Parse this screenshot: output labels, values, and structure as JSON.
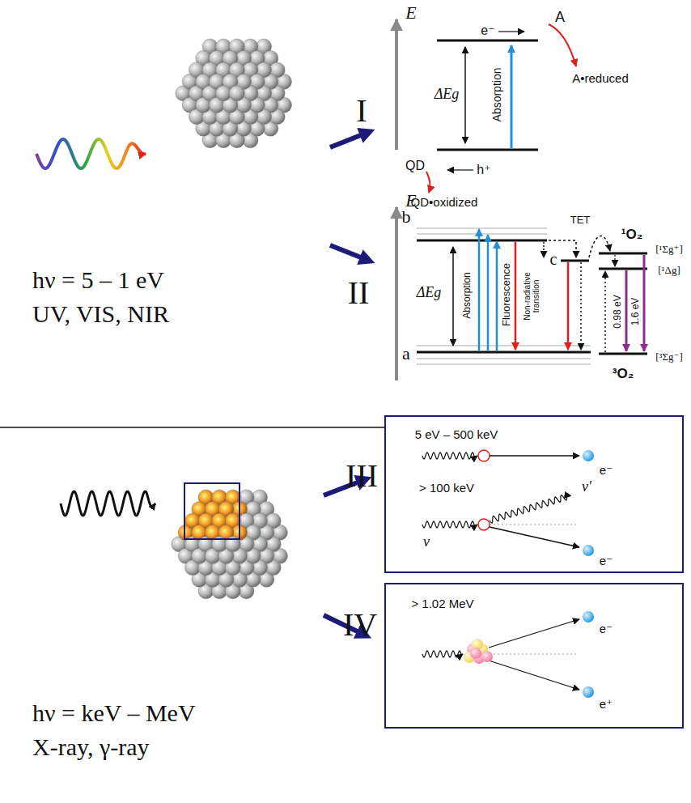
{
  "diagram": {
    "nodes": [
      {
        "text": [
          "5 eV – 500 keV",
          "e⁻",
          "> 100 keV",
          "ν'",
          "ν",
          "e⁻"
        ]
      },
      {
        "text": [
          "> 1.02 MeV",
          "e⁻",
          "e⁺"
        ]
      }
    ],
    "labels": [
      "hν = 5 – 1 eV",
      "UV, VIS, NIR",
      "I",
      "E",
      "ΔEg",
      "e⁻",
      "A",
      "A•reduced",
      "Absorption",
      "QD",
      "h⁺",
      "QD•oxidized",
      "II",
      "E",
      "b",
      "ΔEg",
      "Absorption",
      "Fluorescence",
      "Non-radiative transition",
      "c",
      "TET",
      "¹O₂",
      "[¹Σg⁺]",
      "[¹Δg]",
      "0.98 eV",
      "1.6 eV",
      "[³Σg⁻]",
      "³O₂",
      "a",
      "III",
      "IV",
      "hν = keV – MeV",
      "X-ray, γ-ray"
    ]
  }
}
